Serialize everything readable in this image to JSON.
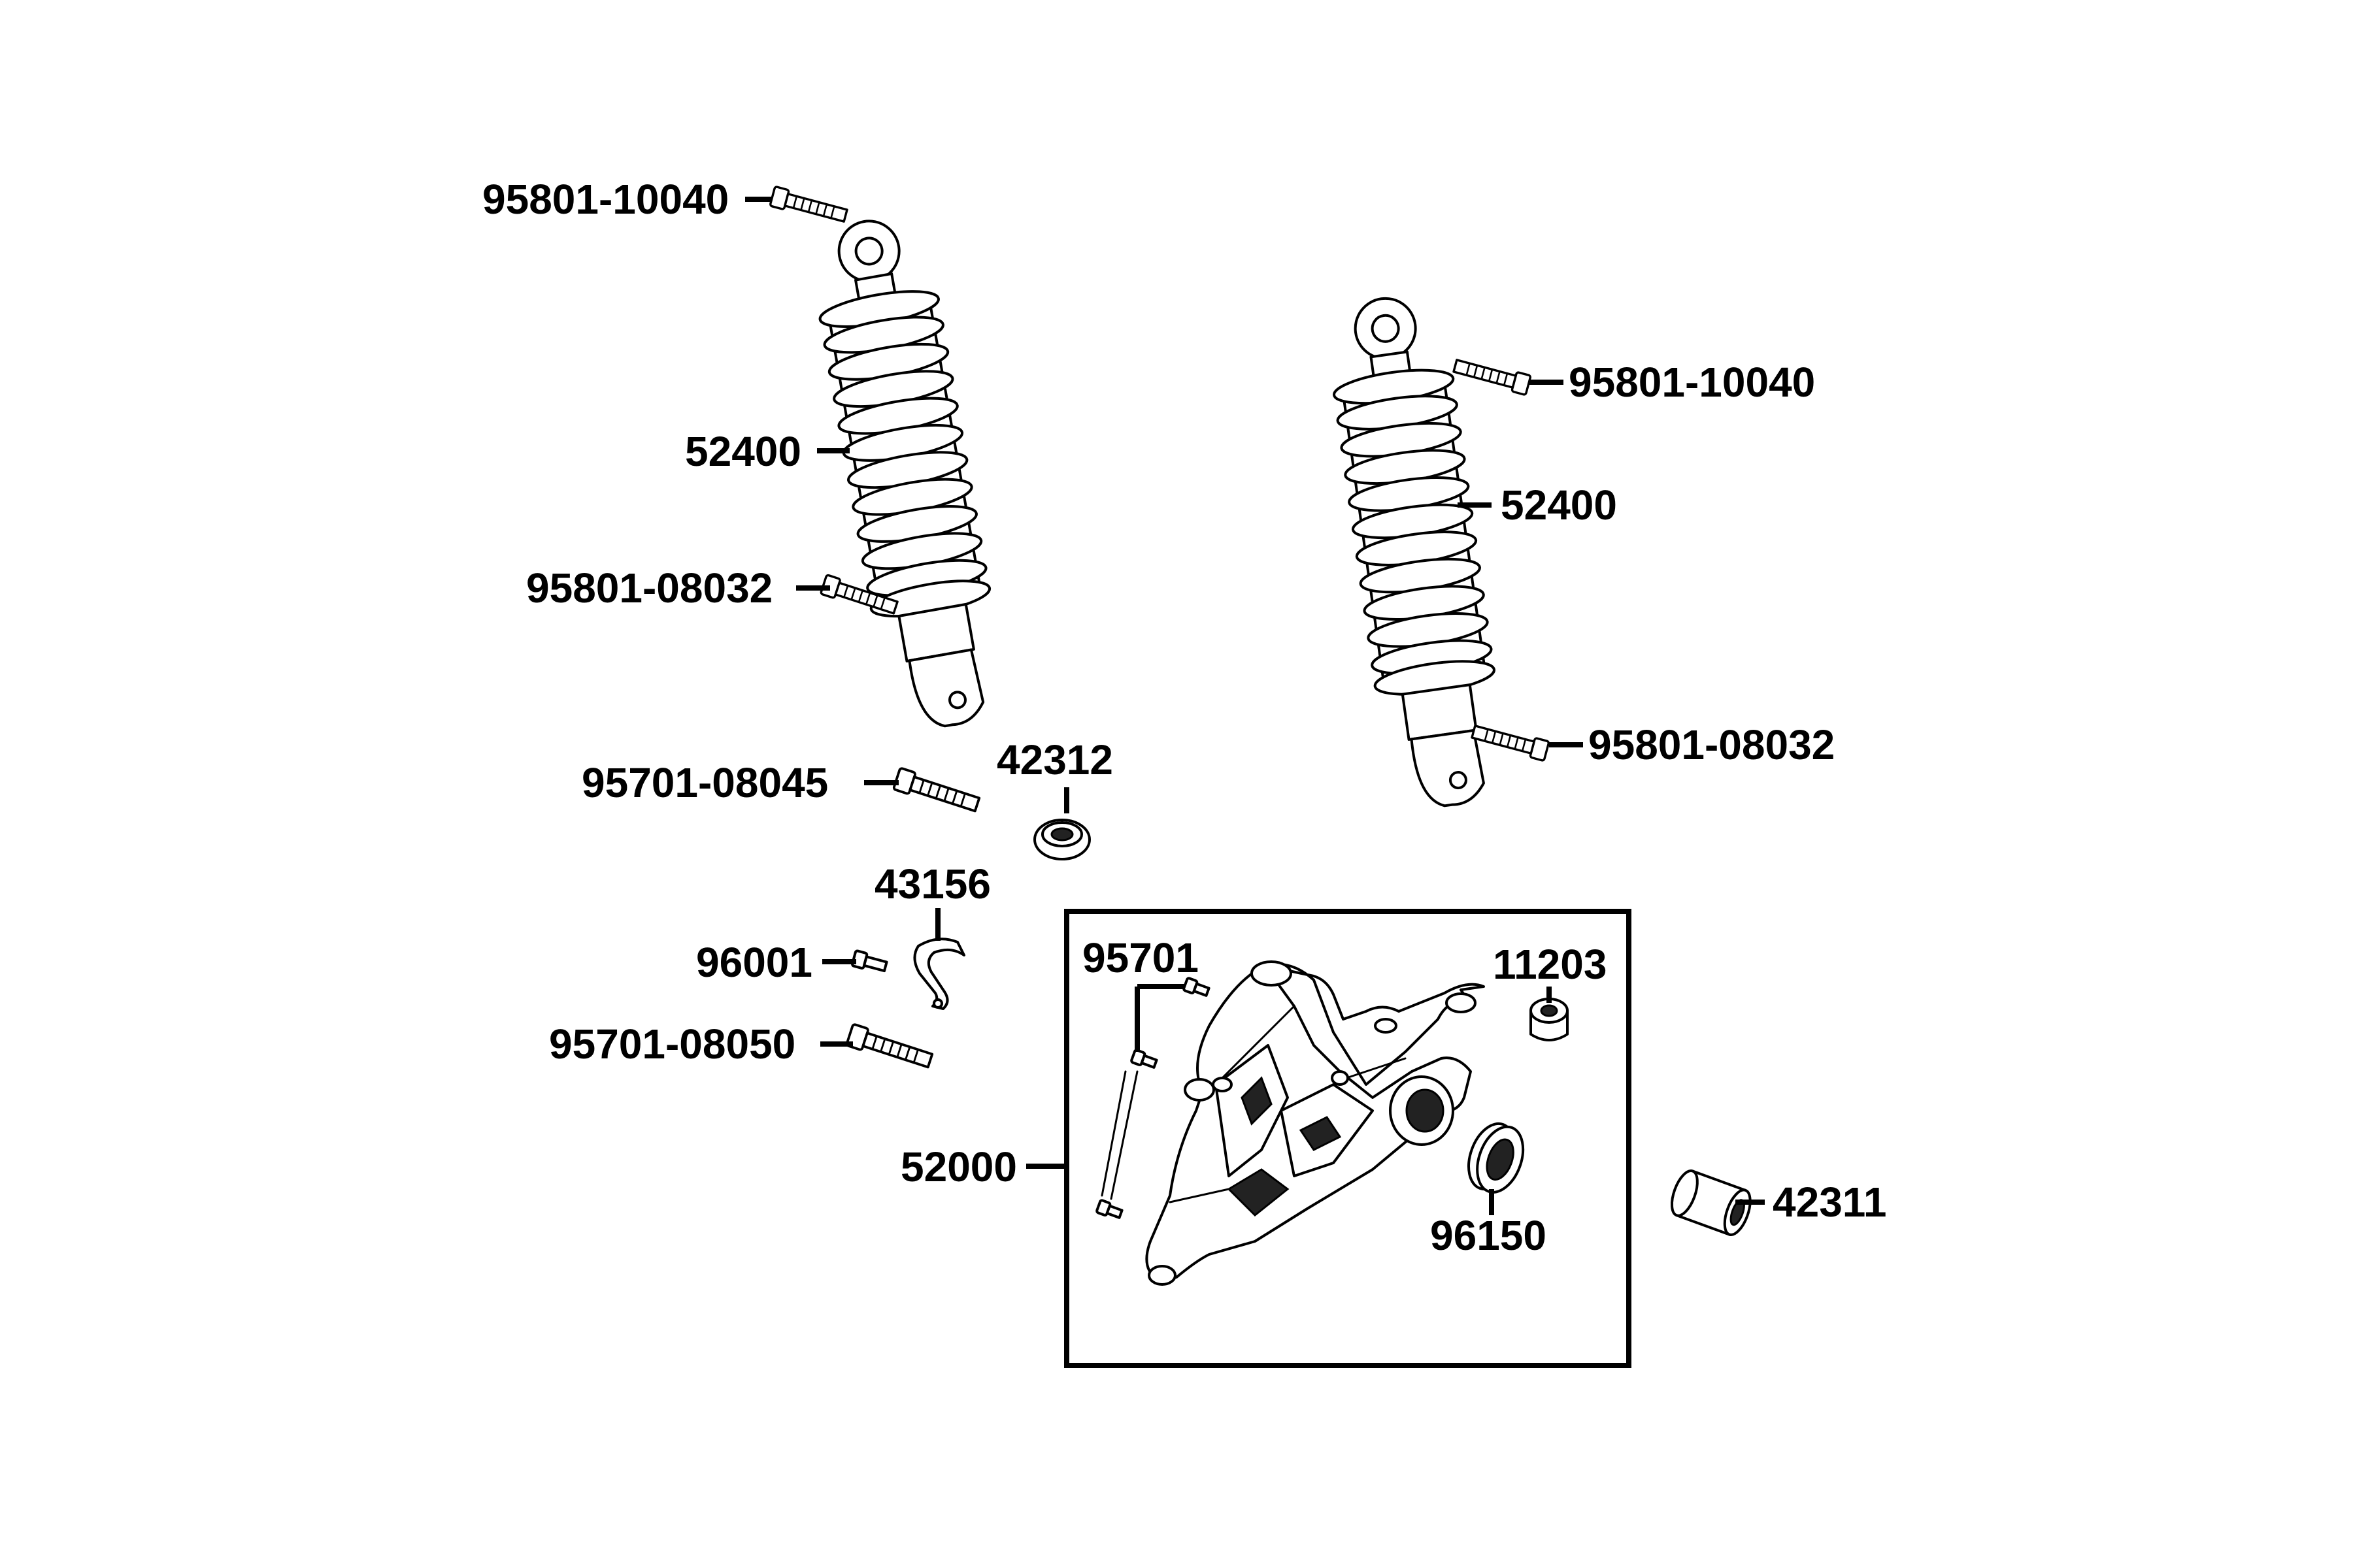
{
  "labels": {
    "bolt_top_left": "95801-10040",
    "shock_left": "52400",
    "bolt_bottom_left": "95801-08032",
    "bolt_top_right": "95801-10040",
    "shock_right": "52400",
    "bolt_bottom_right": "95801-08032",
    "bolt_95701_08045": "95701-08045",
    "collar_42312": "42312",
    "clamp_43156": "43156",
    "screw_96001": "96001",
    "bolt_95701_08050": "95701-08050",
    "swingarm_52000": "52000",
    "bolt_95701": "95701",
    "bushing_11203": "11203",
    "bearing_96150": "96150",
    "collar_42311": "42311"
  },
  "icons": [
    "shock-absorber-icon",
    "bolt-icon",
    "collar-icon",
    "clamp-icon",
    "swing-arm-icon",
    "bearing-icon",
    "bushing-icon"
  ]
}
